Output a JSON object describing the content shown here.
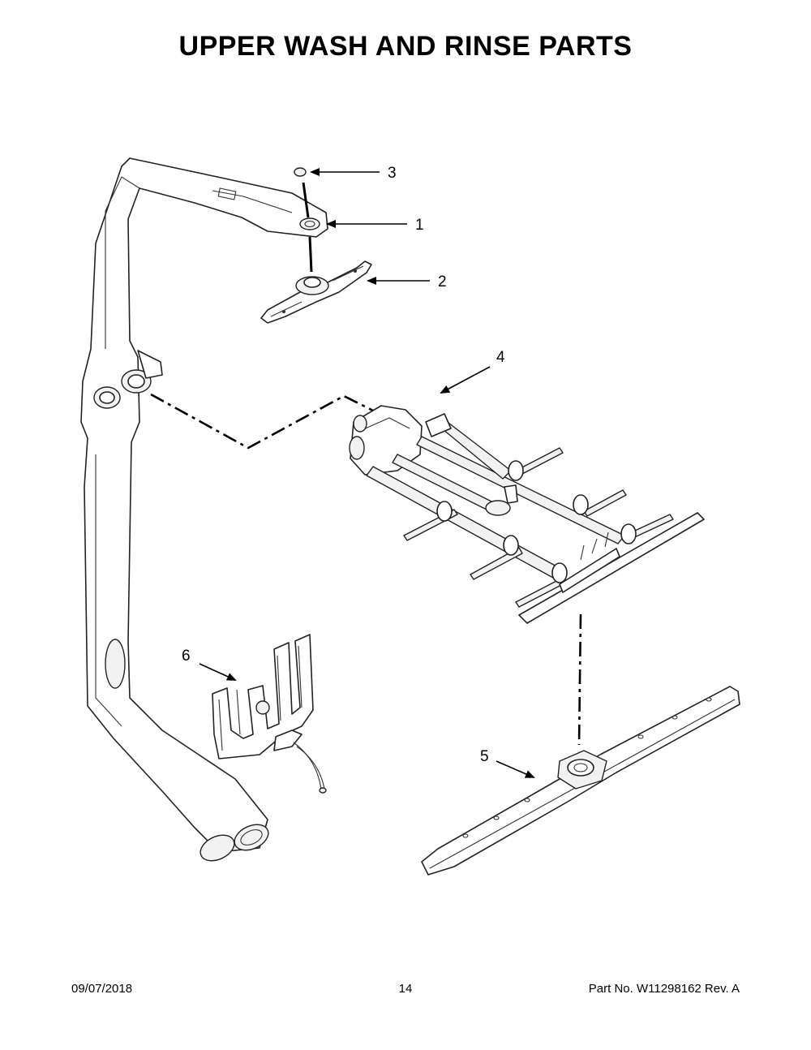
{
  "page": {
    "title": "UPPER WASH AND RINSE PARTS",
    "footer": {
      "date": "09/07/2018",
      "page_number": "14",
      "part_number": "Part No.  W11298162  Rev.  A"
    }
  },
  "callouts": [
    {
      "id": "1",
      "label": "1"
    },
    {
      "id": "2",
      "label": "2"
    },
    {
      "id": "3",
      "label": "3"
    },
    {
      "id": "4",
      "label": "4"
    },
    {
      "id": "5",
      "label": "5"
    },
    {
      "id": "6",
      "label": "6"
    }
  ]
}
